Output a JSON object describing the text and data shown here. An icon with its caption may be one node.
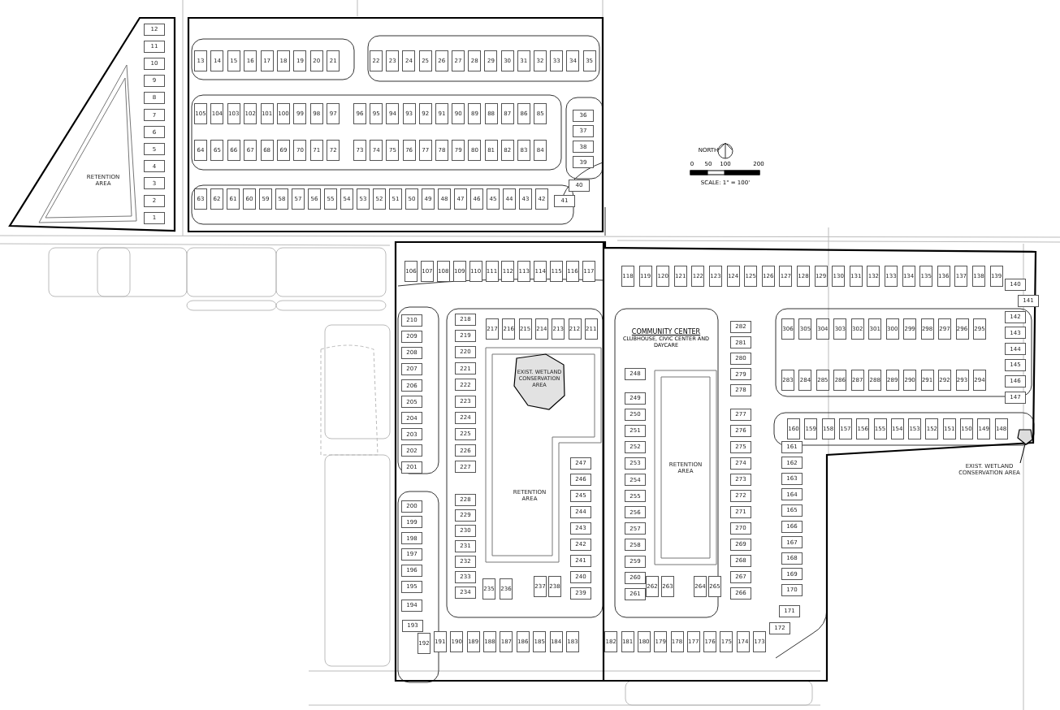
{
  "diagram": {
    "nodes": [
      {
        "text": [
          "12"
        ]
      },
      {
        "text": [
          "11"
        ]
      },
      {
        "text": [
          "10"
        ]
      },
      {
        "text": [
          "9"
        ]
      },
      {
        "text": [
          "8"
        ]
      },
      {
        "text": [
          "7"
        ]
      },
      {
        "text": [
          "6"
        ]
      },
      {
        "text": [
          "5"
        ]
      },
      {
        "text": [
          "4"
        ]
      },
      {
        "text": [
          "3"
        ]
      },
      {
        "text": [
          "2"
        ]
      },
      {
        "text": [
          "1"
        ]
      },
      {
        "text": [
          "13"
        ]
      },
      {
        "text": [
          "14"
        ]
      },
      {
        "text": [
          "15"
        ]
      },
      {
        "text": [
          "16"
        ]
      },
      {
        "text": [
          "17"
        ]
      },
      {
        "text": [
          "18"
        ]
      },
      {
        "text": [
          "19"
        ]
      },
      {
        "text": [
          "20"
        ]
      },
      {
        "text": [
          "21"
        ]
      },
      {
        "text": [
          "22"
        ]
      },
      {
        "text": [
          "23"
        ]
      },
      {
        "text": [
          "24"
        ]
      },
      {
        "text": [
          "25"
        ]
      },
      {
        "text": [
          "26"
        ]
      },
      {
        "text": [
          "27"
        ]
      },
      {
        "text": [
          "28"
        ]
      },
      {
        "text": [
          "29"
        ]
      },
      {
        "text": [
          "30"
        ]
      },
      {
        "text": [
          "31"
        ]
      },
      {
        "text": [
          "32"
        ]
      },
      {
        "text": [
          "33"
        ]
      },
      {
        "text": [
          "34"
        ]
      },
      {
        "text": [
          "35"
        ]
      },
      {
        "text": [
          "105"
        ]
      },
      {
        "text": [
          "104"
        ]
      },
      {
        "text": [
          "103"
        ]
      },
      {
        "text": [
          "102"
        ]
      },
      {
        "text": [
          "101"
        ]
      },
      {
        "text": [
          "100"
        ]
      },
      {
        "text": [
          "99"
        ]
      },
      {
        "text": [
          "98"
        ]
      },
      {
        "text": [
          "97"
        ]
      },
      {
        "text": [
          "96"
        ]
      },
      {
        "text": [
          "95"
        ]
      },
      {
        "text": [
          "94"
        ]
      },
      {
        "text": [
          "93"
        ]
      },
      {
        "text": [
          "92"
        ]
      },
      {
        "text": [
          "91"
        ]
      },
      {
        "text": [
          "90"
        ]
      },
      {
        "text": [
          "89"
        ]
      },
      {
        "text": [
          "88"
        ]
      },
      {
        "text": [
          "87"
        ]
      },
      {
        "text": [
          "86"
        ]
      },
      {
        "text": [
          "85"
        ]
      },
      {
        "text": [
          "64"
        ]
      },
      {
        "text": [
          "65"
        ]
      },
      {
        "text": [
          "66"
        ]
      },
      {
        "text": [
          "67"
        ]
      },
      {
        "text": [
          "68"
        ]
      },
      {
        "text": [
          "69"
        ]
      },
      {
        "text": [
          "70"
        ]
      },
      {
        "text": [
          "71"
        ]
      },
      {
        "text": [
          "72"
        ]
      },
      {
        "text": [
          "73"
        ]
      },
      {
        "text": [
          "74"
        ]
      },
      {
        "text": [
          "75"
        ]
      },
      {
        "text": [
          "76"
        ]
      },
      {
        "text": [
          "77"
        ]
      },
      {
        "text": [
          "78"
        ]
      },
      {
        "text": [
          "79"
        ]
      },
      {
        "text": [
          "80"
        ]
      },
      {
        "text": [
          "81"
        ]
      },
      {
        "text": [
          "82"
        ]
      },
      {
        "text": [
          "83"
        ]
      },
      {
        "text": [
          "84"
        ]
      },
      {
        "text": [
          "36"
        ]
      },
      {
        "text": [
          "37"
        ]
      },
      {
        "text": [
          "38"
        ]
      },
      {
        "text": [
          "39"
        ]
      },
      {
        "text": [
          "40"
        ]
      },
      {
        "text": [
          "41"
        ]
      },
      {
        "text": [
          "63"
        ]
      },
      {
        "text": [
          "62"
        ]
      },
      {
        "text": [
          "61"
        ]
      },
      {
        "text": [
          "60"
        ]
      },
      {
        "text": [
          "59"
        ]
      },
      {
        "text": [
          "58"
        ]
      },
      {
        "text": [
          "57"
        ]
      },
      {
        "text": [
          "56"
        ]
      },
      {
        "text": [
          "55"
        ]
      },
      {
        "text": [
          "54"
        ]
      },
      {
        "text": [
          "53"
        ]
      },
      {
        "text": [
          "52"
        ]
      },
      {
        "text": [
          "51"
        ]
      },
      {
        "text": [
          "50"
        ]
      },
      {
        "text": [
          "49"
        ]
      },
      {
        "text": [
          "48"
        ]
      },
      {
        "text": [
          "47"
        ]
      },
      {
        "text": [
          "46"
        ]
      },
      {
        "text": [
          "45"
        ]
      },
      {
        "text": [
          "44"
        ]
      },
      {
        "text": [
          "43"
        ]
      },
      {
        "text": [
          "42"
        ]
      },
      {
        "text": [
          "106"
        ]
      },
      {
        "text": [
          "107"
        ]
      },
      {
        "text": [
          "108"
        ]
      },
      {
        "text": [
          "109"
        ]
      },
      {
        "text": [
          "110"
        ]
      },
      {
        "text": [
          "111"
        ]
      },
      {
        "text": [
          "112"
        ]
      },
      {
        "text": [
          "113"
        ]
      },
      {
        "text": [
          "114"
        ]
      },
      {
        "text": [
          "115"
        ]
      },
      {
        "text": [
          "116"
        ]
      },
      {
        "text": [
          "117"
        ]
      },
      {
        "text": [
          "118"
        ]
      },
      {
        "text": [
          "119"
        ]
      },
      {
        "text": [
          "120"
        ]
      },
      {
        "text": [
          "121"
        ]
      },
      {
        "text": [
          "122"
        ]
      },
      {
        "text": [
          "123"
        ]
      },
      {
        "text": [
          "124"
        ]
      },
      {
        "text": [
          "125"
        ]
      },
      {
        "text": [
          "126"
        ]
      },
      {
        "text": [
          "127"
        ]
      },
      {
        "text": [
          "128"
        ]
      },
      {
        "text": [
          "129"
        ]
      },
      {
        "text": [
          "130"
        ]
      },
      {
        "text": [
          "131"
        ]
      },
      {
        "text": [
          "132"
        ]
      },
      {
        "text": [
          "133"
        ]
      },
      {
        "text": [
          "134"
        ]
      },
      {
        "text": [
          "135"
        ]
      },
      {
        "text": [
          "136"
        ]
      },
      {
        "text": [
          "137"
        ]
      },
      {
        "text": [
          "138"
        ]
      },
      {
        "text": [
          "139"
        ]
      },
      {
        "text": [
          "140"
        ]
      },
      {
        "text": [
          "141"
        ]
      },
      {
        "text": [
          "142"
        ]
      },
      {
        "text": [
          "143"
        ]
      },
      {
        "text": [
          "144"
        ]
      },
      {
        "text": [
          "145"
        ]
      },
      {
        "text": [
          "146"
        ]
      },
      {
        "text": [
          "147"
        ]
      },
      {
        "text": [
          "306"
        ]
      },
      {
        "text": [
          "305"
        ]
      },
      {
        "text": [
          "304"
        ]
      },
      {
        "text": [
          "303"
        ]
      },
      {
        "text": [
          "302"
        ]
      },
      {
        "text": [
          "301"
        ]
      },
      {
        "text": [
          "300"
        ]
      },
      {
        "text": [
          "299"
        ]
      },
      {
        "text": [
          "298"
        ]
      },
      {
        "text": [
          "297"
        ]
      },
      {
        "text": [
          "296"
        ]
      },
      {
        "text": [
          "295"
        ]
      },
      {
        "text": [
          "283"
        ]
      },
      {
        "text": [
          "284"
        ]
      },
      {
        "text": [
          "285"
        ]
      },
      {
        "text": [
          "286"
        ]
      },
      {
        "text": [
          "287"
        ]
      },
      {
        "text": [
          "288"
        ]
      },
      {
        "text": [
          "289"
        ]
      },
      {
        "text": [
          "290"
        ]
      },
      {
        "text": [
          "291"
        ]
      },
      {
        "text": [
          "292"
        ]
      },
      {
        "text": [
          "293"
        ]
      },
      {
        "text": [
          "294"
        ]
      },
      {
        "text": [
          "160"
        ]
      },
      {
        "text": [
          "159"
        ]
      },
      {
        "text": [
          "158"
        ]
      },
      {
        "text": [
          "157"
        ]
      },
      {
        "text": [
          "156"
        ]
      },
      {
        "text": [
          "155"
        ]
      },
      {
        "text": [
          "154"
        ]
      },
      {
        "text": [
          "153"
        ]
      },
      {
        "text": [
          "152"
        ]
      },
      {
        "text": [
          "151"
        ]
      },
      {
        "text": [
          "150"
        ]
      },
      {
        "text": [
          "149"
        ]
      },
      {
        "text": [
          "148"
        ]
      },
      {
        "text": [
          "161"
        ]
      },
      {
        "text": [
          "162"
        ]
      },
      {
        "text": [
          "163"
        ]
      },
      {
        "text": [
          "164"
        ]
      },
      {
        "text": [
          "165"
        ]
      },
      {
        "text": [
          "166"
        ]
      },
      {
        "text": [
          "167"
        ]
      },
      {
        "text": [
          "168"
        ]
      },
      {
        "text": [
          "169"
        ]
      },
      {
        "text": [
          "170"
        ]
      },
      {
        "text": [
          "171"
        ]
      },
      {
        "text": [
          "172"
        ]
      },
      {
        "text": [
          "173"
        ]
      },
      {
        "text": [
          "174"
        ]
      },
      {
        "text": [
          "175"
        ]
      },
      {
        "text": [
          "176"
        ]
      },
      {
        "text": [
          "177"
        ]
      },
      {
        "text": [
          "178"
        ]
      },
      {
        "text": [
          "179"
        ]
      },
      {
        "text": [
          "180"
        ]
      },
      {
        "text": [
          "181"
        ]
      },
      {
        "text": [
          "182"
        ]
      },
      {
        "text": [
          "183"
        ]
      },
      {
        "text": [
          "184"
        ]
      },
      {
        "text": [
          "185"
        ]
      },
      {
        "text": [
          "186"
        ]
      },
      {
        "text": [
          "187"
        ]
      },
      {
        "text": [
          "188"
        ]
      },
      {
        "text": [
          "189"
        ]
      },
      {
        "text": [
          "190"
        ]
      },
      {
        "text": [
          "191"
        ]
      },
      {
        "text": [
          "192"
        ]
      },
      {
        "text": [
          "193"
        ]
      },
      {
        "text": [
          "194"
        ]
      },
      {
        "text": [
          "195"
        ]
      },
      {
        "text": [
          "196"
        ]
      },
      {
        "text": [
          "197"
        ]
      },
      {
        "text": [
          "198"
        ]
      },
      {
        "text": [
          "199"
        ]
      },
      {
        "text": [
          "200"
        ]
      },
      {
        "text": [
          "201"
        ]
      },
      {
        "text": [
          "202"
        ]
      },
      {
        "text": [
          "203"
        ]
      },
      {
        "text": [
          "204"
        ]
      },
      {
        "text": [
          "205"
        ]
      },
      {
        "text": [
          "206"
        ]
      },
      {
        "text": [
          "207"
        ]
      },
      {
        "text": [
          "208"
        ]
      },
      {
        "text": [
          "209"
        ]
      },
      {
        "text": [
          "210"
        ]
      },
      {
        "text": [
          "217"
        ]
      },
      {
        "text": [
          "216"
        ]
      },
      {
        "text": [
          "215"
        ]
      },
      {
        "text": [
          "214"
        ]
      },
      {
        "text": [
          "213"
        ]
      },
      {
        "text": [
          "212"
        ]
      },
      {
        "text": [
          "211"
        ]
      },
      {
        "text": [
          "218"
        ]
      },
      {
        "text": [
          "219"
        ]
      },
      {
        "text": [
          "220"
        ]
      },
      {
        "text": [
          "221"
        ]
      },
      {
        "text": [
          "222"
        ]
      },
      {
        "text": [
          "223"
        ]
      },
      {
        "text": [
          "224"
        ]
      },
      {
        "text": [
          "225"
        ]
      },
      {
        "text": [
          "226"
        ]
      },
      {
        "text": [
          "227"
        ]
      },
      {
        "text": [
          "228"
        ]
      },
      {
        "text": [
          "229"
        ]
      },
      {
        "text": [
          "230"
        ]
      },
      {
        "text": [
          "231"
        ]
      },
      {
        "text": [
          "232"
        ]
      },
      {
        "text": [
          "233"
        ]
      },
      {
        "text": [
          "234"
        ]
      },
      {
        "text": [
          "235"
        ]
      },
      {
        "text": [
          "236"
        ]
      },
      {
        "text": [
          "237"
        ]
      },
      {
        "text": [
          "238"
        ]
      },
      {
        "text": [
          "247"
        ]
      },
      {
        "text": [
          "246"
        ]
      },
      {
        "text": [
          "245"
        ]
      },
      {
        "text": [
          "244"
        ]
      },
      {
        "text": [
          "243"
        ]
      },
      {
        "text": [
          "242"
        ]
      },
      {
        "text": [
          "241"
        ]
      },
      {
        "text": [
          "240"
        ]
      },
      {
        "text": [
          "239"
        ]
      },
      {
        "text": [
          "248"
        ]
      },
      {
        "text": [
          "249"
        ]
      },
      {
        "text": [
          "250"
        ]
      },
      {
        "text": [
          "251"
        ]
      },
      {
        "text": [
          "252"
        ]
      },
      {
        "text": [
          "253"
        ]
      },
      {
        "text": [
          "254"
        ]
      },
      {
        "text": [
          "255"
        ]
      },
      {
        "text": [
          "256"
        ]
      },
      {
        "text": [
          "257"
        ]
      },
      {
        "text": [
          "258"
        ]
      },
      {
        "text": [
          "259"
        ]
      },
      {
        "text": [
          "260"
        ]
      },
      {
        "text": [
          "261"
        ]
      },
      {
        "text": [
          "262"
        ]
      },
      {
        "text": [
          "263"
        ]
      },
      {
        "text": [
          "264"
        ]
      },
      {
        "text": [
          "265"
        ]
      },
      {
        "text": [
          "282"
        ]
      },
      {
        "text": [
          "281"
        ]
      },
      {
        "text": [
          "280"
        ]
      },
      {
        "text": [
          "279"
        ]
      },
      {
        "text": [
          "278"
        ]
      },
      {
        "text": [
          "277"
        ]
      },
      {
        "text": [
          "276"
        ]
      },
      {
        "text": [
          "275"
        ]
      },
      {
        "text": [
          "274"
        ]
      },
      {
        "text": [
          "273"
        ]
      },
      {
        "text": [
          "272"
        ]
      },
      {
        "text": [
          "271"
        ]
      },
      {
        "text": [
          "270"
        ]
      },
      {
        "text": [
          "269"
        ]
      },
      {
        "text": [
          "268"
        ]
      },
      {
        "text": [
          "267"
        ]
      },
      {
        "text": [
          "266"
        ]
      },
      {
        "text": [
          "RETENTION AREA"
        ]
      },
      {
        "text": [
          "EXIST. WETLAND CONSERVATION AREA"
        ]
      },
      {
        "text": [
          "RETENTION AREA"
        ]
      },
      {
        "text": [
          "COMMUNITY CENTER",
          "CLUBHOUSE, CIVIC CENTER AND DAYCARE"
        ]
      },
      {
        "text": [
          "RETENTION AREA"
        ]
      },
      {
        "text": [
          "EXIST. WETLAND CONSERVATION AREA"
        ]
      },
      {
        "text": [],
        "shape": "box"
      }
    ],
    "edges": [
      {
        "from": 311,
        "to": 312,
        "arrow": "none"
      }
    ],
    "labels": [
      "NORTH",
      "0",
      "50",
      "100",
      "200",
      "SCALE: 1\" = 100'"
    ]
  }
}
